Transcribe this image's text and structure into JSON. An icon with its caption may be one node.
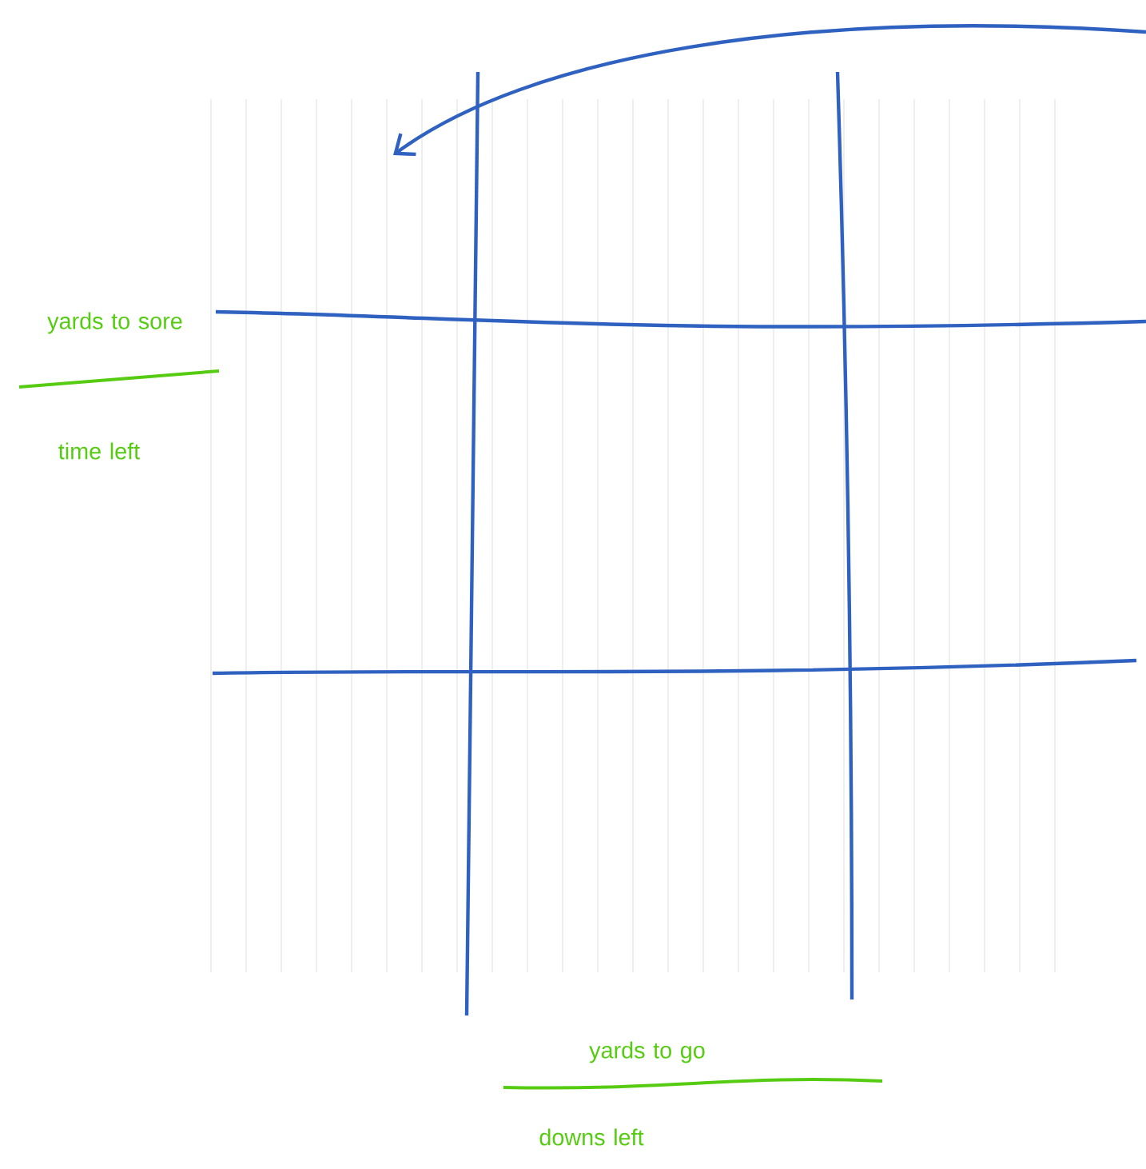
{
  "diagram": {
    "labels": [
      "yards to sore",
      "time left",
      "yards to go",
      "downs left"
    ]
  }
}
